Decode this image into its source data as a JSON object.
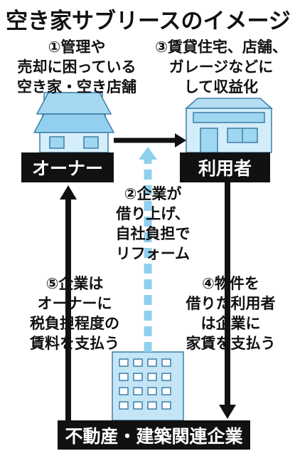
{
  "title": "空き家サブリースのイメージ",
  "captions": {
    "owner_step": "①管理や\n売却に困っている\n空き家・空き店舗",
    "user_step": "③賃貸住宅、店舗、\nガレージなどに\nして収益化",
    "company_reform": "②企業が\n借り上げ、\n自社負担で\nリフォーム",
    "company_pays_owner": "⑤企業は\nオーナーに\n税負担程度の\n賃料を支払う",
    "user_pays_company": "④物件を\n借りた利用者\nは企業に\n家賃を支払う"
  },
  "labels": {
    "owner": "オーナー",
    "user": "利用者",
    "company": "不動産・建築関連企業"
  },
  "colors": {
    "building_fill": "#9fd6f0",
    "building_light": "#d3edf9",
    "dashed_arrow": "#8fd0ee",
    "box": "#111111",
    "box_text": "#ffffff"
  },
  "icons": [
    "house-icon",
    "shop-icon",
    "office-building-icon"
  ]
}
